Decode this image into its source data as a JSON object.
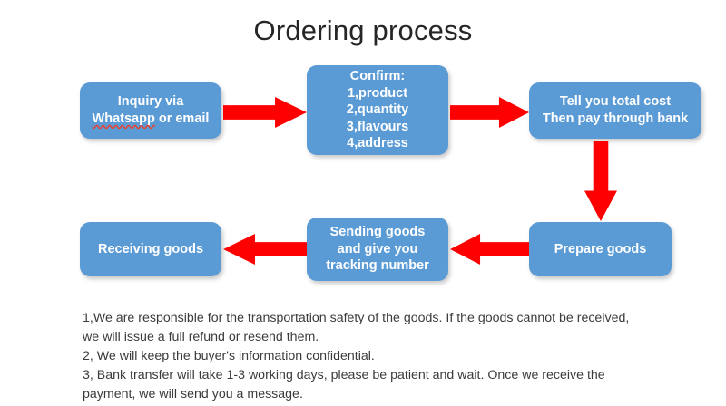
{
  "title": "Ordering process",
  "colors": {
    "box_fill": "#5B9BD5",
    "arrow": "#FF0000",
    "box_text": "#FFFFFF",
    "title_text": "#262626",
    "notes_text": "#3B3B3B",
    "spellcheck_underline": "#E8412C",
    "background": "#FFFFFF"
  },
  "flow": {
    "steps": [
      {
        "id": "inquiry",
        "lines": [
          "Inquiry via",
          "Whatsapp or email"
        ],
        "misspelled_word": "Whatsapp",
        "line2_prefix": "",
        "line2_suffix": " or email"
      },
      {
        "id": "confirm",
        "lines": [
          "Confirm:",
          "1,product",
          "2,quantity",
          "3,flavours",
          "4,address"
        ]
      },
      {
        "id": "total-cost",
        "lines": [
          "Tell you total cost",
          "Then pay through bank"
        ]
      },
      {
        "id": "prepare",
        "lines": [
          "Prepare goods"
        ]
      },
      {
        "id": "sending",
        "lines": [
          "Sending goods",
          "and give you",
          "tracking number"
        ]
      },
      {
        "id": "receiving",
        "lines": [
          "Receiving goods"
        ]
      }
    ],
    "connectors": [
      {
        "id": "inquiry-to-confirm",
        "direction": "right"
      },
      {
        "id": "confirm-to-cost",
        "direction": "right"
      },
      {
        "id": "cost-to-prepare",
        "direction": "down"
      },
      {
        "id": "prepare-to-sending",
        "direction": "left"
      },
      {
        "id": "sending-to-receive",
        "direction": "left"
      }
    ]
  },
  "notes": [
    "1,We are responsible for the transportation safety of the goods. If the goods cannot be received,",
    "we will issue a full refund or resend them.",
    "2, We will keep the buyer's information confidential.",
    "3, Bank transfer will take 1-3 working days, please be patient and wait. Once we receive the",
    "payment, we will send you a message."
  ]
}
